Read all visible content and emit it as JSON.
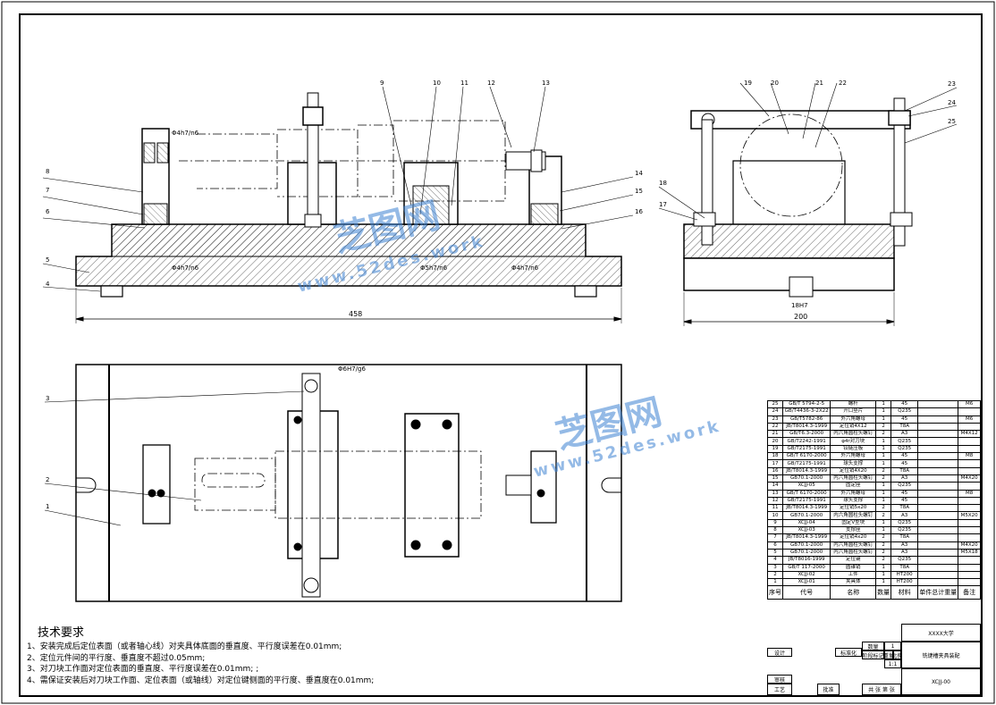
{
  "dimensions": {
    "front_length": "458",
    "side_width": "200",
    "key_slot": "18H7",
    "fit_left_top": "Φ4h7/n6",
    "fit_left_bottom": "Φ4h7/n6",
    "fit_center": "Φ5h7/n6",
    "fit_right": "Φ4h7/n6",
    "fit_plan": "Φ6H7/g6"
  },
  "balloons": {
    "front": [
      "1",
      "2",
      "3",
      "4",
      "5",
      "6",
      "7",
      "8",
      "9",
      "10",
      "11",
      "12",
      "13",
      "14",
      "15",
      "16"
    ],
    "side": [
      "17",
      "18",
      "19",
      "20",
      "21",
      "22",
      "23",
      "24",
      "25"
    ]
  },
  "tech": {
    "title": "技术要求",
    "lines": [
      "1、安装完成后定位表面（或者轴心线）对夹具体底面的垂直度、平行度误差在0.01mm;",
      "2、定位元件间的平行度、垂直度不超过0.05mm;",
      "3、对刀块工作面对定位表面的垂直度、平行度误差在0.01mm; ;",
      "4、需保证安装后对刀块工作面、定位表面（或轴线）对定位键侧面的平行度、垂直度在0.01mm;"
    ]
  },
  "bom": {
    "rows": [
      [
        "25",
        "GB/T 5794-2-5",
        "螺杆",
        "1",
        "45",
        "",
        "M6"
      ],
      [
        "24",
        "GB/T4436-3-2X22",
        "开口垫片",
        "1",
        "Q235",
        "",
        ""
      ],
      [
        "23",
        "GB/T5782-86",
        "外六角螺母",
        "1",
        "45",
        "",
        "M6"
      ],
      [
        "22",
        "JB/T8014.3-1999",
        "定位销4X12",
        "2",
        "T8A",
        "",
        ""
      ],
      [
        "21",
        "GB/T6.3-2000",
        "内六角圆柱头螺钉",
        "2",
        "A3",
        "",
        "M4X12"
      ],
      [
        "20",
        "GB/T2242-1991",
        "φ4r对刀块",
        "1",
        "Q235",
        "",
        ""
      ],
      [
        "19",
        "GB/T2175-1991",
        "铰链压板",
        "1",
        "Q235",
        "",
        ""
      ],
      [
        "18",
        "GB/T 6170-2000",
        "外六角螺母",
        "1",
        "45",
        "",
        "M8"
      ],
      [
        "17",
        "GB/T2175-1991",
        "球头支撑",
        "1",
        "45",
        "",
        ""
      ],
      [
        "16",
        "JB/T8014.3-1999",
        "定位销4X20",
        "2",
        "T8A",
        "",
        ""
      ],
      [
        "15",
        "GB70.1-2000",
        "内六角圆柱头螺钉",
        "2",
        "A3",
        "",
        "M4X20"
      ],
      [
        "14",
        "XCJJ-05",
        "固定座",
        "1",
        "Q235",
        "",
        ""
      ],
      [
        "13",
        "GB/T 6170-2000",
        "外六角螺母",
        "1",
        "45",
        "",
        "M8"
      ],
      [
        "12",
        "GB/T2175-1991",
        "球头支撑",
        "1",
        "45",
        "",
        ""
      ],
      [
        "11",
        "JB/T8014.3-1999",
        "定位销5x20",
        "2",
        "T8A",
        "",
        ""
      ],
      [
        "10",
        "GB70.1-2000",
        "内六角圆柱头螺钉",
        "2",
        "A3",
        "",
        "M5X20"
      ],
      [
        "9",
        "XCJJ-04",
        "固定V型块",
        "1",
        "Q235",
        "",
        ""
      ],
      [
        "8",
        "XCJJ-03",
        "支撑座",
        "1",
        "Q235",
        "",
        ""
      ],
      [
        "7",
        "JB/T8014.3-1999",
        "定位销4x20",
        "2",
        "T8A",
        "",
        ""
      ],
      [
        "6",
        "GB70.1-2000",
        "内六角圆柱头螺钉",
        "2",
        "A3",
        "",
        "M4X20"
      ],
      [
        "5",
        "GB70.1-2000",
        "内六角圆柱头螺钉",
        "2",
        "A3",
        "",
        "M5X18"
      ],
      [
        "4",
        "JB/T8016-1999",
        "定位键",
        "2",
        "Q235",
        "",
        ""
      ],
      [
        "3",
        "GB/T 117-2000",
        "圆锥销",
        "1",
        "T8A",
        "",
        ""
      ],
      [
        "2",
        "XCJJ-02",
        "工件",
        "1",
        "HT200",
        "",
        ""
      ],
      [
        "1",
        "XCJJ-01",
        "夹具体",
        "1",
        "HT200",
        "",
        ""
      ]
    ],
    "header": [
      "序号",
      "代号",
      "名称",
      "数量",
      "材料",
      "单件总计重量",
      "备注"
    ]
  },
  "titleblock": {
    "school": "XXXX大学",
    "drawing_name": "铣键槽夹具装配",
    "drawing_no": "XCJJ-00",
    "qty_label": "数量",
    "qty_value": "1",
    "stage_label": "阶段标记",
    "weight_label": "重量",
    "scale_label": "比例",
    "scale_value": "1:1",
    "design": "设计",
    "check": "审核",
    "process": "工艺",
    "std": "标准化",
    "approve": "批准",
    "sheets": "共 张 第 张"
  },
  "watermark": {
    "cn": "芝图网",
    "url": "www.52des.work"
  }
}
